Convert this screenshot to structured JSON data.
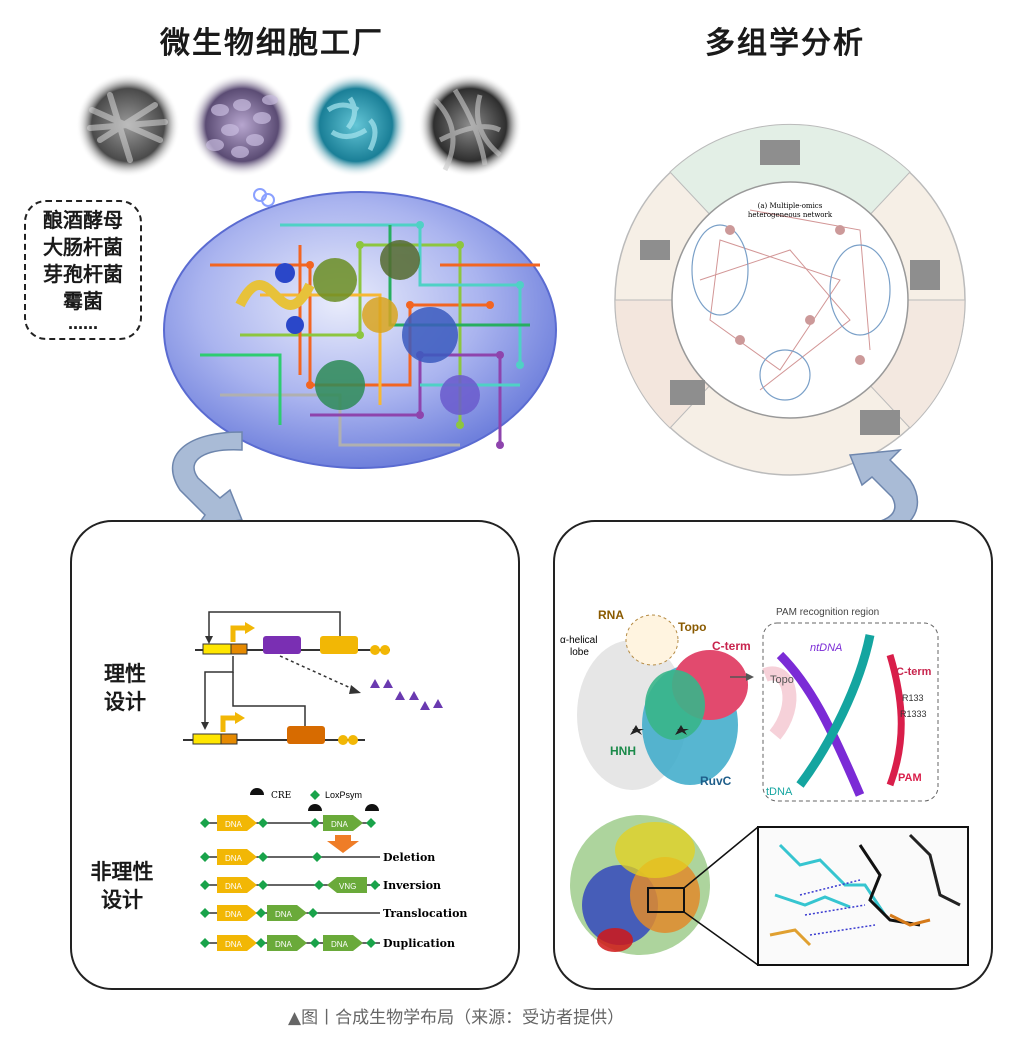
{
  "titles": {
    "left": "微生物细胞工厂",
    "right": "多组学分析"
  },
  "organisms": [
    "酿酒酵母",
    "大肠杆菌",
    "芽孢杆菌",
    "霉菌",
    "……"
  ],
  "design": {
    "rational_label_1": "理性",
    "rational_label_2": "设计",
    "irrational_label_1": "非理性",
    "irrational_label_2": "设计",
    "legend_cre": "CRE",
    "legend_lox": "LoxPsym",
    "dna": "DNA",
    "vnd": "VNG",
    "deletion": "Deletion",
    "inversion": "Inversion",
    "translocation": "Translocation",
    "duplication": "Duplication"
  },
  "protein": {
    "rna": "RNA",
    "topo": "Topo",
    "alpha_1": "α-helical",
    "alpha_2": "lobe",
    "cterm": "C-term",
    "hnh": "HNH",
    "ruvc": "RuvC",
    "pam_region": "PAM recognition region",
    "ntdna": "ntDNA",
    "tdna": "tDNA",
    "topo2": "Topo",
    "cterm2": "C-term",
    "r1": "R133",
    "r2": "R1333",
    "pam": "PAM"
  },
  "omics": {
    "center_1": "(a) Multiple-omics",
    "center_2": "heterogeneous network"
  },
  "caption": "▲图丨合成生物学布局（来源：受访者提供）",
  "colors": {
    "cell_blue": "#7e8fe0",
    "dna_yellow": "#f2b705",
    "dna_green": "#6aaa3a",
    "lox_green": "#19a34a",
    "purple": "#7a2fb3",
    "orange": "#e07b1a",
    "cterm_pink": "#e0356a",
    "ruvc_blue": "#4aa3d9"
  }
}
